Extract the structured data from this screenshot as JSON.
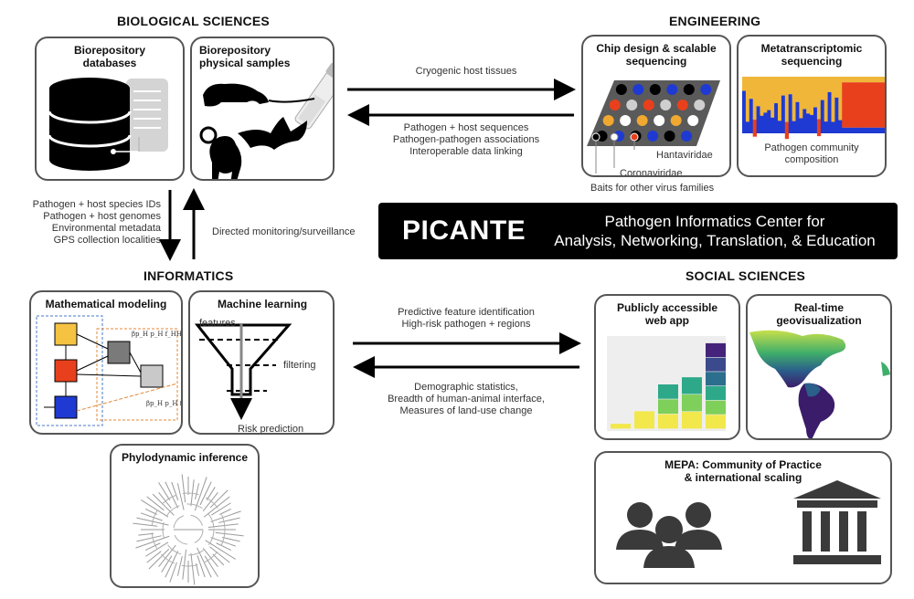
{
  "sections": {
    "bio": "BIOLOGICAL SCIENCES",
    "eng": "ENGINEERING",
    "inf": "INFORMATICS",
    "soc": "SOCIAL SCIENCES"
  },
  "cards": {
    "biorepo_db": "Biorepository\ndatabases",
    "biorepo_phys": "Biorepository\nphysical samples",
    "chip": "Chip design & scalable\nsequencing",
    "metatrans": "Metatranscriptomic\nsequencing",
    "mathmodel": "Mathematical modeling",
    "ml": "Machine learning",
    "phylo": "Phylodynamic inference",
    "webapp": "Publicly accessible\nweb app",
    "geovis": "Real-time\ngeovisualization",
    "mepa": "MEPA: Community of Practice\n& international scaling"
  },
  "arrows": {
    "cryo": "Cryogenic host tissues",
    "seq_lines": [
      "Pathogen + host sequences",
      "Pathogen-pathogen associations",
      "Interoperable data linking"
    ],
    "bio_down": [
      "Pathogen + host species IDs",
      "Pathogen + host genomes",
      "Environmental metadata",
      "GPS collection localities"
    ],
    "directed": "Directed monitoring/surveillance",
    "predict": [
      "Predictive feature identification",
      "High-risk pathogen + regions"
    ],
    "demo": [
      "Demographic statistics,",
      "Breadth of human-animal interface,",
      "Measures of land-use change"
    ]
  },
  "chip": {
    "hanta": "Hantaviridae",
    "corona": "Coronaviridae",
    "baits": "Baits for other virus families"
  },
  "metatrans_caption": "Pathogen community\ncomposition",
  "ml": {
    "features": "features",
    "filtering": "filtering",
    "risk": "Risk prediction"
  },
  "picante": {
    "name": "PICANTE",
    "line1": "Pathogen Informatics Center for",
    "line2": "Analysis, Networking, Translation, & Education"
  },
  "colors": {
    "yellow": "#F5C242",
    "red": "#E8401C",
    "blue": "#1E3AD2",
    "gray": "#9a9a9a",
    "black": "#000000"
  },
  "webapp_bars": [
    0.06,
    0.2,
    0.5,
    0.58,
    0.96
  ]
}
